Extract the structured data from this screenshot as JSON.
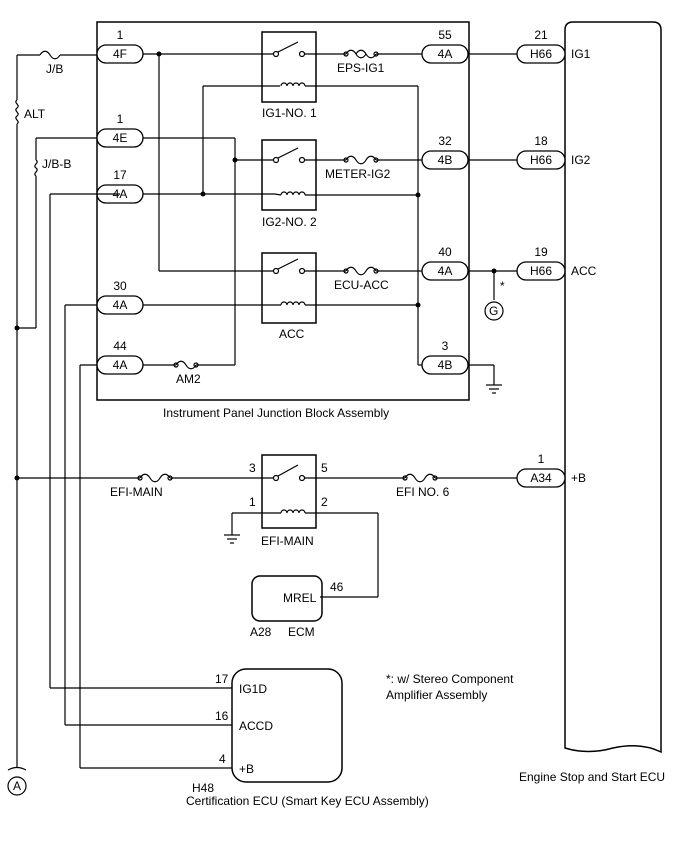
{
  "labels": {
    "jb": "J/B",
    "alt": "ALT",
    "jbb": "J/B-B",
    "eps_ig1": "EPS-IG1",
    "ig1_no1": "IG1-NO. 1",
    "meter_ig2": "METER-IG2",
    "ig2_no2": "IG2-NO. 2",
    "ecu_acc": "ECU-ACC",
    "acc_relay": "ACC",
    "am2": "AM2",
    "ipjb": "Instrument Panel Junction Block Assembly",
    "efi_main_fuse": "EFI-MAIN",
    "efi_main_relay": "EFI-MAIN",
    "efi_no6": "EFI NO. 6",
    "mrel": "MREL",
    "a28": "A28",
    "ecm": "ECM",
    "ig1d": "IG1D",
    "accd": "ACCD",
    "b_cert": "+B",
    "h48": "H48",
    "cert_ecu": "Certification ECU (Smart Key ECU Assembly)",
    "ig1": "IG1",
    "ig2": "IG2",
    "acc_out": "ACC",
    "b_out": "+B",
    "note_line1": "*: w/ Stereo Component",
    "note_line2": "Amplifier Assembly",
    "star": "*",
    "engine_ecu": "Engine Stop and Start ECU",
    "conn_a": "A",
    "conn_g": "G"
  },
  "connectors": {
    "c4f": "4F",
    "c4e": "4E",
    "c4a_17": "4A",
    "c4a_30": "4A",
    "c4a_44": "4A",
    "c4a_55": "4A",
    "c4b_32": "4B",
    "c4a_40": "4A",
    "c4b_3": "4B",
    "h66_21": "H66",
    "h66_18": "H66",
    "h66_19": "H66",
    "a34": "A34"
  },
  "pins": {
    "p4f": "1",
    "p4e": "1",
    "p4a17": "17",
    "p4a30": "30",
    "p4a44": "44",
    "p4a55": "55",
    "p4b32": "32",
    "p4a40": "40",
    "p4b3": "3",
    "ph21": "21",
    "ph18": "18",
    "ph19": "19",
    "pa34": "1",
    "relay_3": "3",
    "relay_5": "5",
    "relay_1": "1",
    "relay_2": "2",
    "mrel_46": "46",
    "ig1d_17": "17",
    "accd_16": "16",
    "b_4": "4"
  }
}
